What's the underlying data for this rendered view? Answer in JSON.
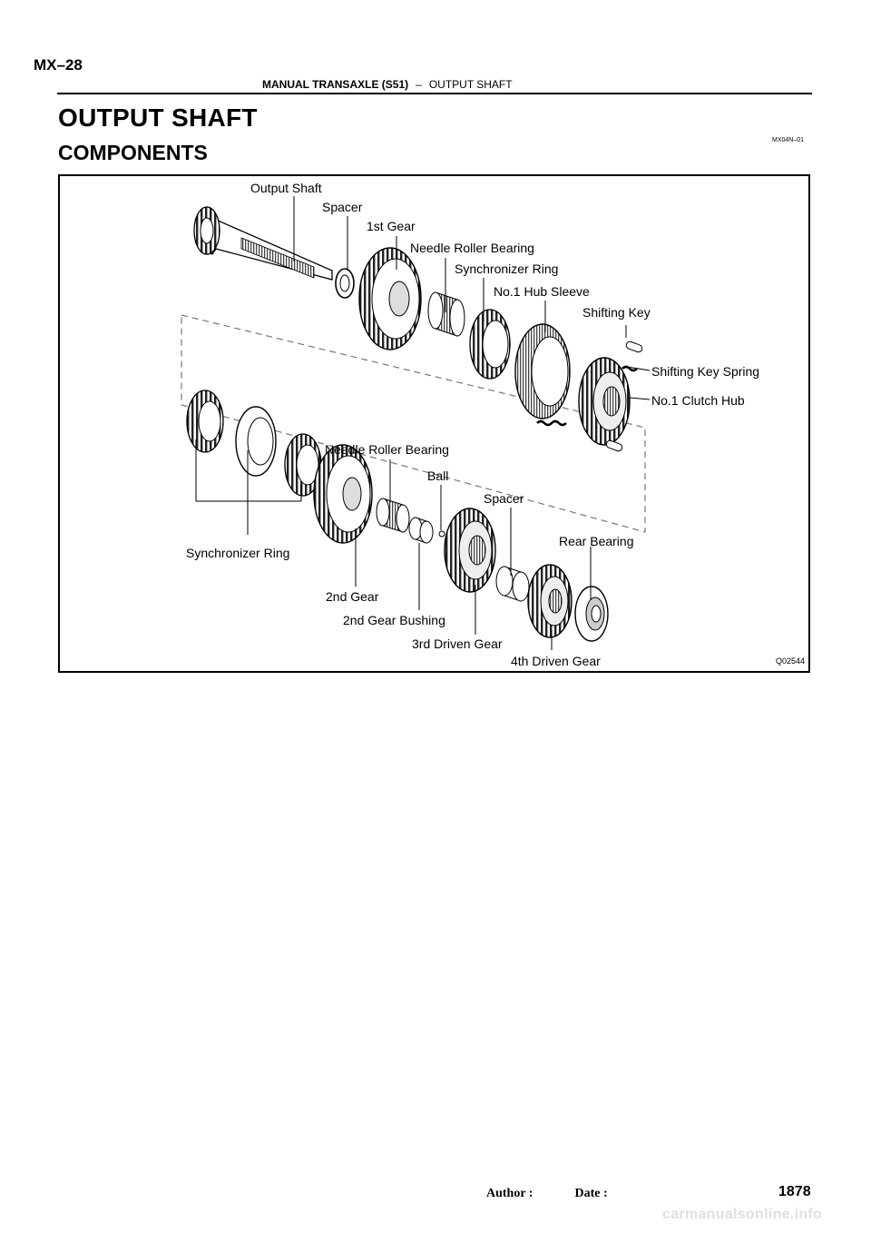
{
  "header": {
    "page_code": "MX–28",
    "section": "MANUAL TRANSAXLE (S51)",
    "separator": "–",
    "subsection": "OUTPUT SHAFT"
  },
  "title": "OUTPUT SHAFT",
  "subtitle": "COMPONENTS",
  "ref_code": "MX04N–01",
  "figure": {
    "code": "Q02544",
    "labels": {
      "output_shaft": "Output Shaft",
      "spacer_1": "Spacer",
      "first_gear": "1st Gear",
      "needle_roller_bearing_1": "Needle Roller Bearing",
      "synchronizer_ring_1": "Synchronizer Ring",
      "hub_sleeve": "No.1 Hub Sleeve",
      "shifting_key": "Shifting Key",
      "shifting_key_spring": "Shifting Key Spring",
      "clutch_hub": "No.1 Clutch Hub",
      "needle_roller_bearing_2": "Needle Roller Bearing",
      "ball": "Ball",
      "spacer_2": "Spacer",
      "rear_bearing": "Rear Bearing",
      "synchronizer_ring_2": "Synchronizer Ring",
      "second_gear": "2nd Gear",
      "second_gear_bushing": "2nd Gear Bushing",
      "third_driven_gear": "3rd Driven Gear",
      "fourth_driven_gear": "4th Driven Gear"
    }
  },
  "footer": {
    "author_label": "Author :",
    "date_label": "Date :",
    "page_number": "1878",
    "watermark": "carmanualsonline.info"
  }
}
